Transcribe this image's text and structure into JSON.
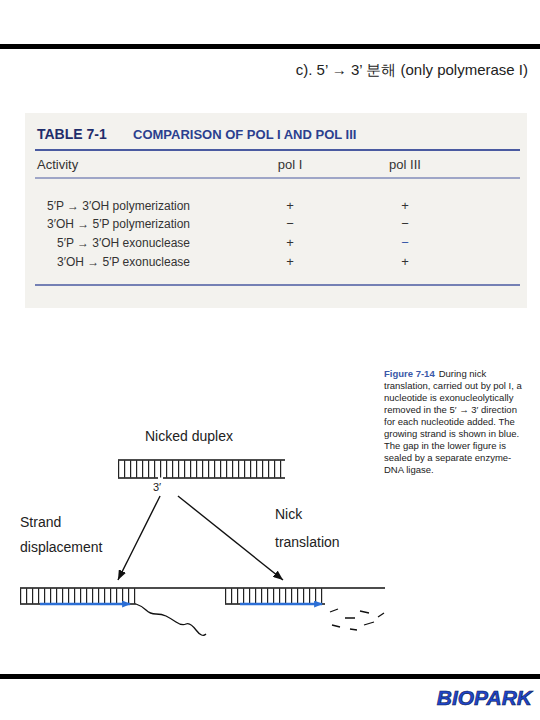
{
  "diagram": {
    "title": "c). 5’ → 3’ 분해 (only polymerase I)",
    "caption": "During nick translation, carried out by pol I, a nucleotide is exonucleolytically removed in the 5′ → 3′ direction for each nucleotide added. The growing strand is shown in blue. The gap in the lower figure is sealed by a separate enzyme-DNA ligase.",
    "nodes": [
      {
        "text": [
          "Nicked duplex"
        ]
      },
      {
        "text": [
          "Strand displacement"
        ]
      },
      {
        "text": [
          "Nick translation"
        ]
      }
    ],
    "edges": [
      {
        "from": 0,
        "to": 1,
        "arrow": "to"
      },
      {
        "from": 0,
        "to": 2,
        "arrow": "to"
      }
    ],
    "labels": [
      "3′",
      "TABLE 7-1",
      "COMPARISON OF POL I AND POL III",
      "Activity",
      "pol I",
      "pol III",
      "5′P → 3′OH polymerization",
      "+",
      "+",
      "3′OH → 5′P polymerization",
      "−",
      "−",
      "5′P → 3′OH exonuclease",
      "+",
      "−",
      "3′OH → 5′P exonuclease",
      "+",
      "+",
      "Figure 7-14",
      "BIOPARK"
    ]
  }
}
